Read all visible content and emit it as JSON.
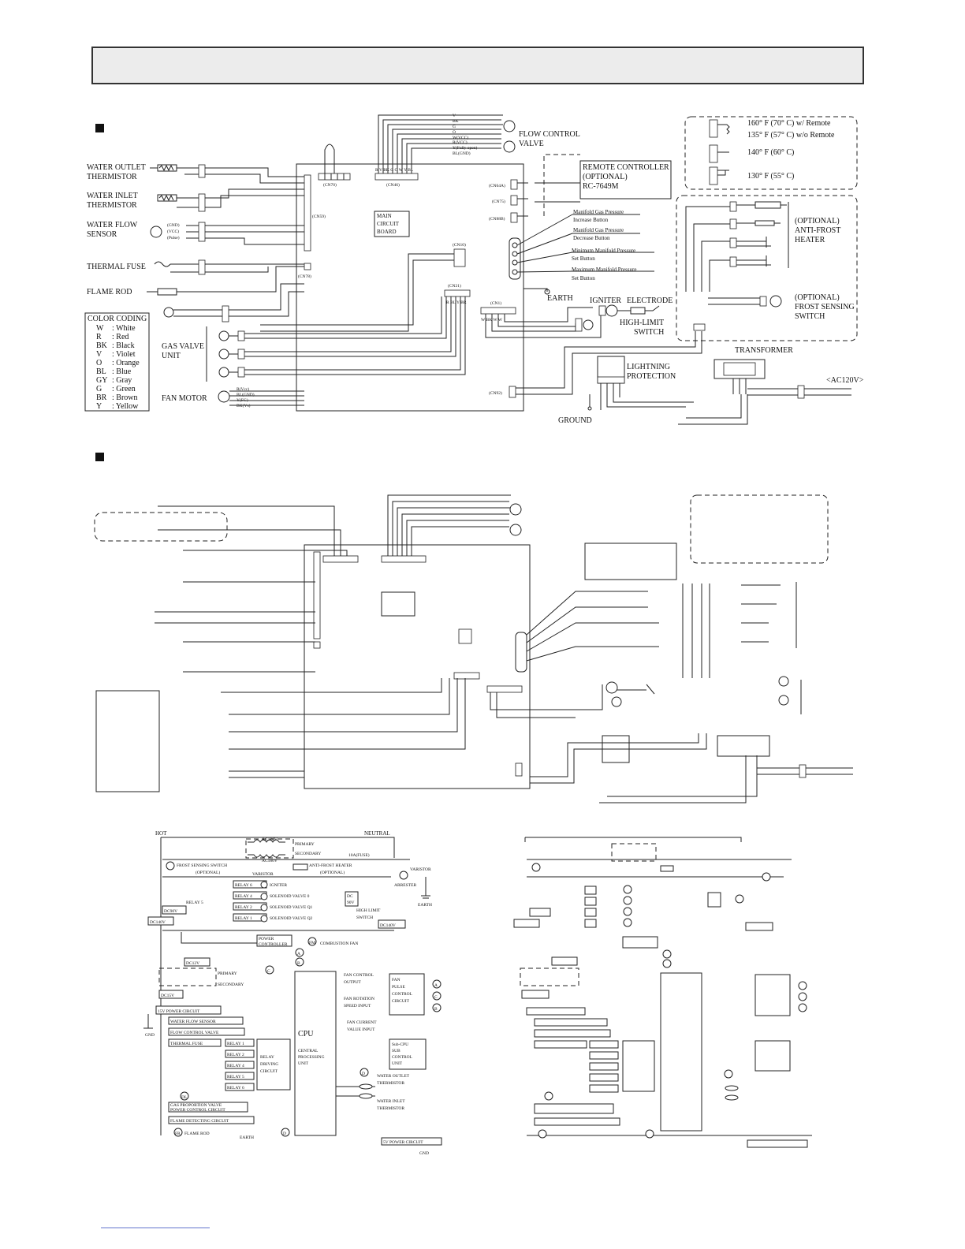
{
  "wiring": {
    "components": {
      "water_outlet_thermistor": [
        "WATER OUTLET",
        "THERMISTOR"
      ],
      "water_inlet_thermistor": [
        "WATER INLET",
        "THERMISTOR"
      ],
      "water_flow_sensor": [
        "WATER FLOW",
        "SENSOR"
      ],
      "thermal_fuse": "THERMAL FUSE",
      "flame_rod": "FLAME ROD",
      "gas_valve_unit": [
        "GAS VALVE",
        "UNIT"
      ],
      "fan_motor": "FAN MOTOR",
      "flow_control_valve": [
        "FLOW CONTROL",
        "VALVE"
      ],
      "main_circuit_board": [
        "MAIN",
        "CIRCUIT",
        "BOARD"
      ],
      "remote_controller": [
        "REMOTE CONTROLLER",
        "(OPTIONAL)",
        "RC-7649M"
      ],
      "earth": "EARTH",
      "igniter": "IGNITER",
      "electrode": "ELECTRODE",
      "high_limit_switch": [
        "HIGH-LIMIT",
        "SWITCH"
      ],
      "lightning_protection": [
        "LIGHTNING",
        "PROTECTION"
      ],
      "ground": "GROUND",
      "transformer": "TRANSFORMER",
      "ac_input": "<AC120V>",
      "anti_frost_heater": [
        "(OPTIONAL)",
        "ANTI-FROST",
        "HEATER"
      ],
      "frost_sensing_switch": [
        "(OPTIONAL)",
        "FROST SENSING",
        "SWITCH"
      ]
    },
    "buttons": [
      [
        "Manifold Gas Pressure",
        "Increase Button"
      ],
      [
        "Manifold Gas Pressure",
        "Decrease Button"
      ],
      [
        "Minimum Manifold Pressure",
        "Set Button"
      ],
      [
        "Maximum Manifold Pressure",
        "Set Button"
      ]
    ],
    "temperature_settings": [
      "160° F (70° C) w/ Remote",
      "135° F (57° C) w/o Remote",
      "140° F (60° C)",
      "130° F (55° C)"
    ],
    "connectors": {
      "cn70": "(CN70)",
      "cn46": "(CN46)",
      "cn59": "(CN59)",
      "cn78": "(CN78)",
      "cn10": "(CN10)",
      "cn21": "(CN21)",
      "cn1": "(CN1)",
      "cn64a": "(CN64A)",
      "cn75": "(CN75)",
      "cn88b": "(CN88B)",
      "cn92": "(CN92)"
    },
    "flow_valve_wires": [
      "V",
      "BK",
      "G",
      "O",
      "W(VCC)",
      "R(VCC)",
      "Y(Fully open)",
      "BL(GND)"
    ],
    "flow_sensor_wires": [
      "(GND)",
      "(VCC)",
      "(Pulse)"
    ],
    "fan_wires": [
      "R(Vcc)",
      "BL(GND)",
      "Y(FG)",
      "BK(Vs)"
    ],
    "cn46_pins": "R V BK G O W Y BL",
    "cn21_pins": "R BL Y BR",
    "cn1_pins": "W BK W W",
    "color_coding": {
      "title": "COLOR CODING",
      "items": [
        [
          "W",
          ": White"
        ],
        [
          "R",
          ": Red"
        ],
        [
          "BK",
          ": Black"
        ],
        [
          "V",
          ": Violet"
        ],
        [
          "O",
          ": Orange"
        ],
        [
          "BL",
          ": Blue"
        ],
        [
          "GY",
          ": Gray"
        ],
        [
          "G",
          ": Green"
        ],
        [
          "BR",
          ": Brown"
        ],
        [
          "Y",
          ": Yellow"
        ]
      ]
    }
  },
  "schematic": {
    "hot": "HOT",
    "neutral": "NEUTRAL",
    "ac120v": "AC120V",
    "ac180v": "AC180V",
    "primary": "PRIMARY",
    "secondary": "SECONDARY",
    "fuse": "10A(FUSE)",
    "frost_switch": [
      "FROST SENSING SWITCH",
      "(OPTIONAL)"
    ],
    "varistor": "VARISTOR",
    "varistor2": "VARISTOR",
    "anti_frost": [
      "ANTI-FROST HEATER",
      "(OPTIONAL)"
    ],
    "arrester": "ARRESTER",
    "earth": "EARTH",
    "relays_top": [
      "RELAY 6",
      "RELAY 4",
      "RELAY 2",
      "RELAY 1"
    ],
    "relay5": "RELAY 5",
    "loads": [
      "IGNITER",
      "SOLENOID VALVE 0",
      "SOLENOID VALVE Q1",
      "SOLENOID VALVE Q2"
    ],
    "load_symbols": [
      "IG",
      "SV0",
      "SV1",
      "SV2"
    ],
    "dc90v": "DC90V",
    "dc90v_box": [
      "DC",
      "90V"
    ],
    "dc140v": "DC140V",
    "dc140v_right": "DC140V",
    "high_limit": [
      "HIGH LIMIT",
      "SWITCH"
    ],
    "power_controller": [
      "POWER",
      "CONTROLLER"
    ],
    "combustion_fan": "COMBUSTION FAN",
    "fm_symbol": "FM",
    "nodes": [
      "A",
      "B",
      "C",
      "D"
    ],
    "dc12v": "DC12V",
    "primary2": "PRIMARY",
    "secondary2": "SECONDARY",
    "dc15v": "DC15V",
    "power15": "15V POWER CIRCUIT",
    "gnd": "GND",
    "inputs": [
      "WATER FLOW SENSOR",
      "FLOW CONTROL VALVE",
      "THERMAL FUSE"
    ],
    "relays_left": [
      "RELAY 1",
      "RELAY 2",
      "RELAY 4",
      "RELAY 5",
      "RELAY 6"
    ],
    "relay_driving": [
      "RELAY",
      "DRIVING",
      "CIRCUIT"
    ],
    "cpu": "CPU",
    "cpu_desc": [
      "CENTRAL",
      "PROCESSING",
      "UNIT"
    ],
    "fan_control_output": [
      "FAN CONTROL",
      "OUTPUT"
    ],
    "fan_rotation": [
      "FAN ROTATION",
      "SPEED INPUT"
    ],
    "fan_current": [
      "FAN CURRENT",
      "VALUE INPUT"
    ],
    "fan_pulse": [
      "FAN",
      "PULSE",
      "CONTROL",
      "CIRCUIT"
    ],
    "sub_cpu": [
      "Sub-CPU",
      "SUB",
      "CONTROL",
      "UNIT"
    ],
    "water_outlet": [
      "WATER OUTLET",
      "THERMISTOR"
    ],
    "water_inlet": [
      "WATER INLET",
      "THERMISTOR"
    ],
    "dl_symbol": "DL",
    "gas_proportion": [
      "GAS PROPORTION VALVE",
      "POWER CONTROL CIRCUIT"
    ],
    "flame_detecting": "FLAME DETECTING CIRCUIT",
    "fr_symbol": "FR",
    "flame_rod": "FLAME ROD",
    "earth_bottom": "EARTH",
    "power5": "5V POWER CIRCUIT",
    "gnd_bottom": "GND"
  }
}
